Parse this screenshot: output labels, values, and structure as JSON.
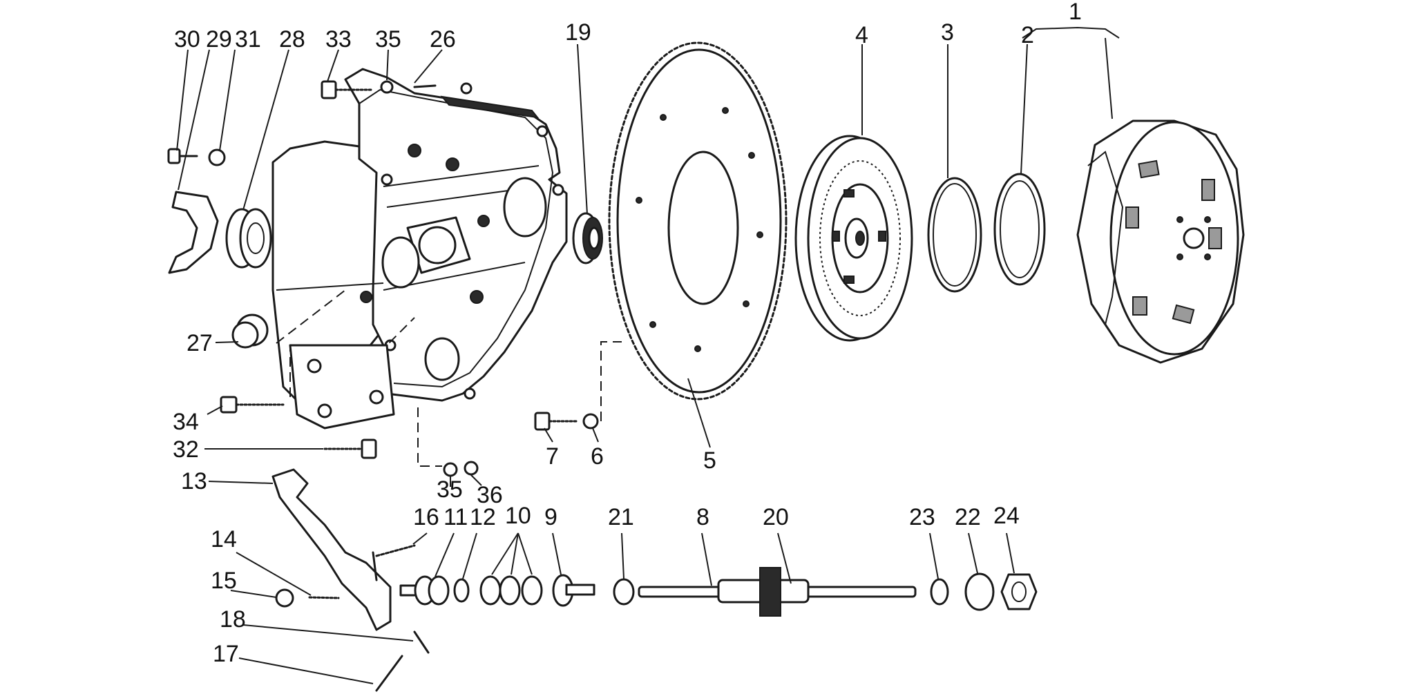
{
  "colors": {
    "ink": "#1a1a1a",
    "paper": "#ffffff"
  },
  "callouts": [
    {
      "id": "30",
      "text": "30"
    },
    {
      "id": "29",
      "text": "29"
    },
    {
      "id": "31",
      "text": "31"
    },
    {
      "id": "28",
      "text": "28"
    },
    {
      "id": "33",
      "text": "33"
    },
    {
      "id": "35a",
      "text": "35"
    },
    {
      "id": "26",
      "text": "26"
    },
    {
      "id": "19",
      "text": "19"
    },
    {
      "id": "4",
      "text": "4"
    },
    {
      "id": "3",
      "text": "3"
    },
    {
      "id": "2",
      "text": "2"
    },
    {
      "id": "1",
      "text": "1"
    },
    {
      "id": "27",
      "text": "27"
    },
    {
      "id": "34",
      "text": "34"
    },
    {
      "id": "32",
      "text": "32"
    },
    {
      "id": "7",
      "text": "7"
    },
    {
      "id": "6",
      "text": "6"
    },
    {
      "id": "5",
      "text": "5"
    },
    {
      "id": "13",
      "text": "13"
    },
    {
      "id": "35b",
      "text": "35"
    },
    {
      "id": "36",
      "text": "36"
    },
    {
      "id": "16",
      "text": "16"
    },
    {
      "id": "11",
      "text": "11"
    },
    {
      "id": "12",
      "text": "12"
    },
    {
      "id": "10",
      "text": "10"
    },
    {
      "id": "9",
      "text": "9"
    },
    {
      "id": "21",
      "text": "21"
    },
    {
      "id": "8",
      "text": "8"
    },
    {
      "id": "20",
      "text": "20"
    },
    {
      "id": "23",
      "text": "23"
    },
    {
      "id": "22",
      "text": "22"
    },
    {
      "id": "24",
      "text": "24"
    },
    {
      "id": "14",
      "text": "14"
    },
    {
      "id": "15",
      "text": "15"
    },
    {
      "id": "18",
      "text": "18"
    },
    {
      "id": "17",
      "text": "17"
    }
  ]
}
